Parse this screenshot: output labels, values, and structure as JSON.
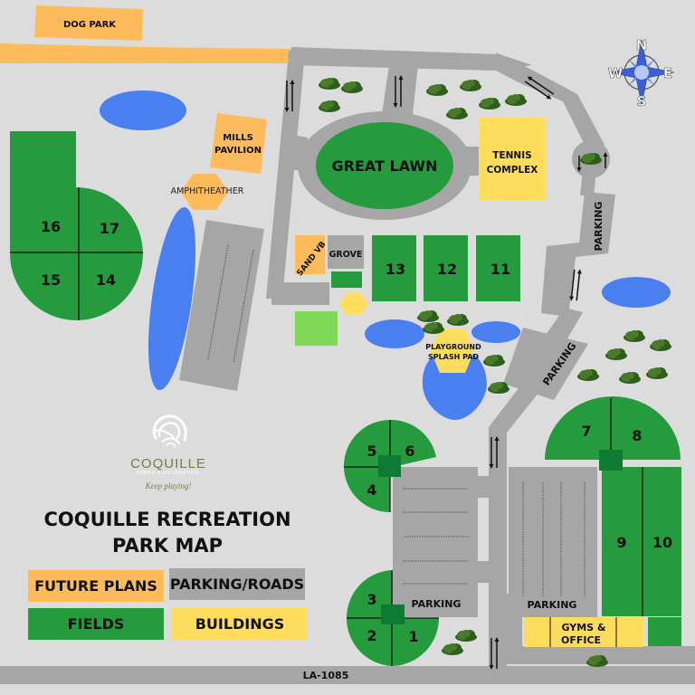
{
  "map": {
    "title_line1": "COQUILLE RECREATION",
    "title_line2": "PARK MAP",
    "logo": {
      "name": "COQUILLE",
      "subtitle": "PARKS & RECREATION",
      "tagline": "Keep playing!"
    },
    "legend": [
      {
        "label": "FUTURE PLANS",
        "color": "#fdbb5c"
      },
      {
        "label": "PARKING/ROADS",
        "color": "#a6a6a6"
      },
      {
        "label": "FIELDS",
        "color": "#259b3e"
      },
      {
        "label": "BUILDINGS",
        "color": "#ffdd5c"
      }
    ],
    "compass": {
      "n": "N",
      "s": "S",
      "e": "E",
      "w": "W"
    },
    "places": {
      "dog_park": "DOG PARK",
      "mills_pavilion_1": "MILLS",
      "mills_pavilion_2": "PAVILION",
      "amphitheather": "AMPHITHEATHER",
      "great_lawn": "GREAT LAWN",
      "tennis_1": "TENNIS",
      "tennis_2": "COMPLEX",
      "sand_vb": "SAND VB",
      "grove": "GROVE",
      "playground_1": "PLAYGROUND",
      "playground_2": "SPLASH PAD",
      "gyms_1": "GYMS &",
      "gyms_2": "OFFICE",
      "parking_left": "PARKING",
      "parking_right": "PARKING",
      "parking_upper": "PARKING",
      "parking_mid": "PARKING",
      "road": "LA-1085"
    },
    "fields": {
      "f1": "1",
      "f2": "2",
      "f3": "3",
      "f4": "4",
      "f5": "5",
      "f6": "6",
      "f7": "7",
      "f8": "8",
      "f9": "9",
      "f10": "10",
      "f11": "11",
      "f12": "12",
      "f13": "13",
      "f14": "14",
      "f15": "15",
      "f16": "16",
      "f17": "17"
    },
    "colors": {
      "background": "#dcdcdc",
      "road": "#a6a6a6",
      "field": "#259b3e",
      "water": "#4a7ff0",
      "future": "#fdbb5c",
      "building": "#ffdd5c",
      "light_field": "#7fd957"
    }
  }
}
